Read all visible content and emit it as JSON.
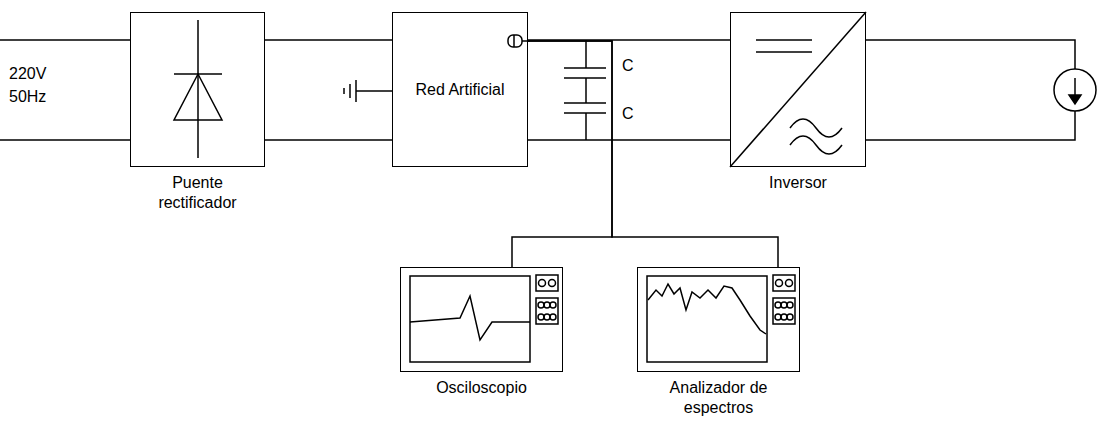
{
  "diagram": {
    "nodes": [
      {
        "text": [
          "Puente rectificador"
        ]
      },
      {
        "text": [
          "Red Artificial"
        ]
      },
      {
        "text": [
          "Inversor"
        ]
      },
      {
        "text": [
          "Osciloscopio"
        ]
      },
      {
        "text": [
          "Analizador de espectros"
        ]
      }
    ],
    "edges": [
      {
        "from": 0,
        "to": 1,
        "arrow": "none"
      },
      {
        "from": 0,
        "to": 1,
        "arrow": "none"
      },
      {
        "from": 1,
        "to": 2,
        "arrow": "none"
      },
      {
        "from": 1,
        "to": 2,
        "arrow": "none"
      },
      {
        "from": 1,
        "to": 3,
        "arrow": "none"
      },
      {
        "from": 1,
        "to": 4,
        "arrow": "none"
      }
    ],
    "labels": [
      "220V",
      "50Hz",
      "C",
      "C"
    ]
  }
}
